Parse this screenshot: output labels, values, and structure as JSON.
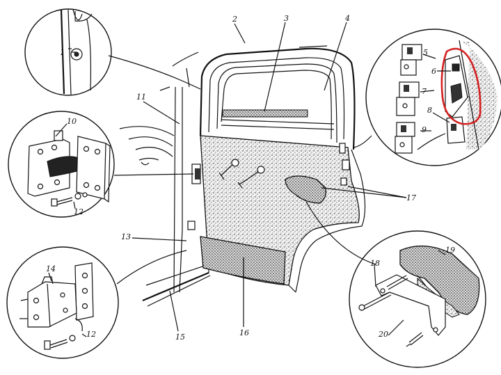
{
  "diagram": {
    "labels": [
      {
        "id": "1",
        "text": "1"
      },
      {
        "id": "2",
        "text": "2"
      },
      {
        "id": "3",
        "text": "3"
      },
      {
        "id": "4",
        "text": "4"
      },
      {
        "id": "5",
        "text": "5"
      },
      {
        "id": "6",
        "text": "6"
      },
      {
        "id": "7",
        "text": "7"
      },
      {
        "id": "8",
        "text": "8"
      },
      {
        "id": "9",
        "text": "9"
      },
      {
        "id": "10",
        "text": "10"
      },
      {
        "id": "11",
        "text": "11"
      },
      {
        "id": "12a",
        "text": "12"
      },
      {
        "id": "12b",
        "text": "12"
      },
      {
        "id": "13",
        "text": "13"
      },
      {
        "id": "14",
        "text": "14"
      },
      {
        "id": "15",
        "text": "15"
      },
      {
        "id": "16",
        "text": "16"
      },
      {
        "id": "17",
        "text": "17"
      },
      {
        "id": "18",
        "text": "18"
      },
      {
        "id": "19",
        "text": "19"
      },
      {
        "id": "20",
        "text": "20"
      }
    ],
    "highlight_color": "#d42020",
    "line_color": "#111111"
  }
}
